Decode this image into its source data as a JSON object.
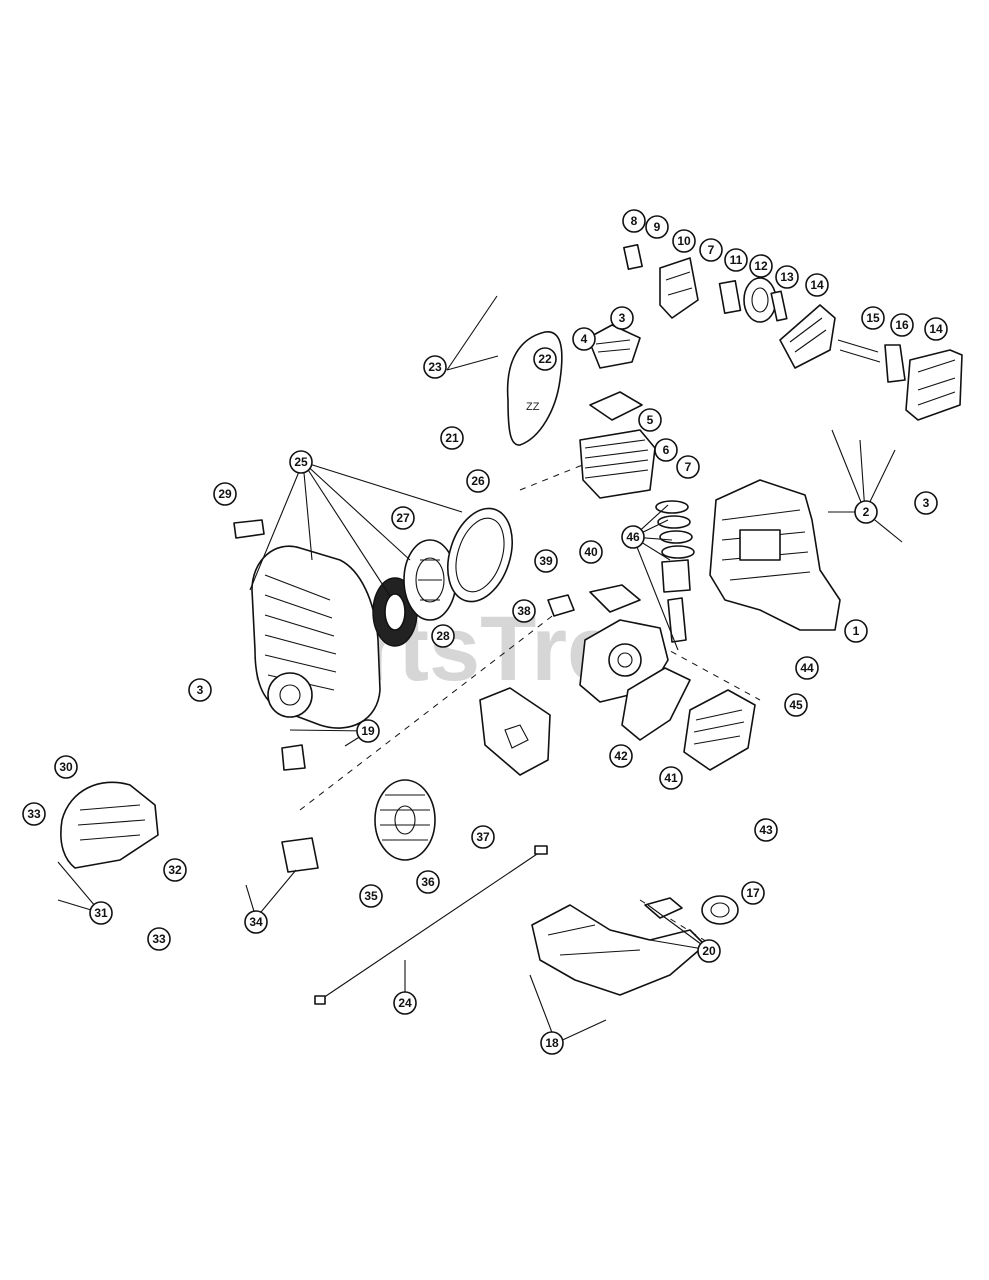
{
  "watermark": "PartsTree",
  "part_numbers": [
    "1",
    "2",
    "3",
    "4",
    "5",
    "6",
    "7",
    "8",
    "9",
    "10",
    "11",
    "12",
    "13",
    "14",
    "15",
    "16",
    "17",
    "18",
    "19",
    "20",
    "21",
    "22",
    "23",
    "24",
    "25",
    "26",
    "27",
    "28",
    "29",
    "30",
    "31",
    "32",
    "33",
    "34",
    "35",
    "36",
    "37",
    "38",
    "39",
    "40",
    "41",
    "42",
    "43",
    "44",
    "45",
    "46"
  ],
  "callouts": [
    {
      "label": "8"
    },
    {
      "label": "9"
    },
    {
      "label": "10"
    },
    {
      "label": "7"
    },
    {
      "label": "11"
    },
    {
      "label": "12"
    },
    {
      "label": "13"
    },
    {
      "label": "14"
    },
    {
      "label": "3"
    },
    {
      "label": "4"
    },
    {
      "label": "15"
    },
    {
      "label": "16"
    },
    {
      "label": "14"
    },
    {
      "label": "22"
    },
    {
      "label": "23"
    },
    {
      "label": "5"
    },
    {
      "label": "21"
    },
    {
      "label": "6"
    },
    {
      "label": "25"
    },
    {
      "label": "7"
    },
    {
      "label": "26"
    },
    {
      "label": "2"
    },
    {
      "label": "3"
    },
    {
      "label": "29"
    },
    {
      "label": "27"
    },
    {
      "label": "46"
    },
    {
      "label": "39"
    },
    {
      "label": "40"
    },
    {
      "label": "38"
    },
    {
      "label": "28"
    },
    {
      "label": "1"
    },
    {
      "label": "44"
    },
    {
      "label": "3"
    },
    {
      "label": "45"
    },
    {
      "label": "19"
    },
    {
      "label": "42"
    },
    {
      "label": "30"
    },
    {
      "label": "41"
    },
    {
      "label": "43"
    },
    {
      "label": "37"
    },
    {
      "label": "33"
    },
    {
      "label": "32"
    },
    {
      "label": "36"
    },
    {
      "label": "35"
    },
    {
      "label": "31"
    },
    {
      "label": "17"
    },
    {
      "label": "34"
    },
    {
      "label": "33"
    },
    {
      "label": "20"
    },
    {
      "label": "24"
    },
    {
      "label": "18"
    }
  ]
}
